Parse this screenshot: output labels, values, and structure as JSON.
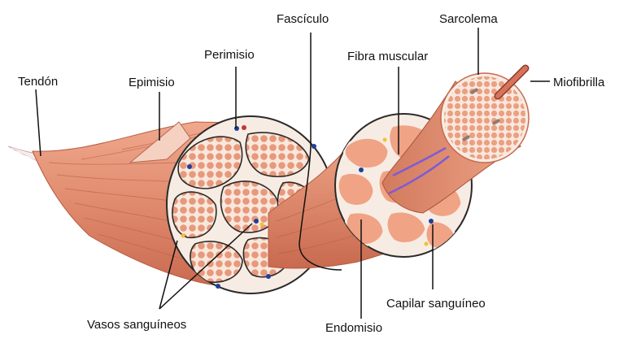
{
  "labels": {
    "tendon": "Tendón",
    "epimisio": "Epimisio",
    "perimisio": "Perimisio",
    "fasciculo": "Fascículo",
    "sarcolema": "Sarcolema",
    "fibra_muscular": "Fibra muscular",
    "miofibrilla": "Miofibrilla",
    "vasos_sanguineos": "Vasos sanguíneos",
    "endomisio": "Endomisio",
    "capilar_sanguineo": "Capilar sanguíneo"
  },
  "colors": {
    "muscle": "#e8967a",
    "muscle_dark": "#c9684d",
    "muscle_light": "#f4b79f",
    "fiber_fill": "#f3a98b",
    "sheath": "#f6e6da",
    "tendon": "#f1dede",
    "outline": "#1a1a1a",
    "capillary": "#7d5bd6",
    "vessel_blue": "#1f3f99",
    "vessel_red": "#c0392b",
    "vessel_yellow": "#f1c232"
  }
}
